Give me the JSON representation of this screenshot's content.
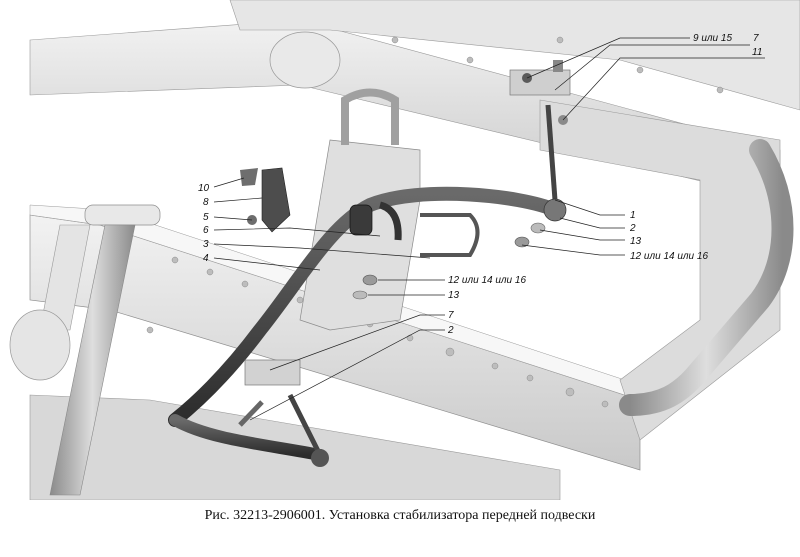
{
  "caption": "Рис. 32213-2906001. Установка стабилизатора передней подвески",
  "callouts": [
    {
      "id": "c-9-15",
      "text": "9 или 15"
    },
    {
      "id": "c-7-top",
      "text": "7"
    },
    {
      "id": "c-11",
      "text": "11"
    },
    {
      "id": "c-10",
      "text": "10"
    },
    {
      "id": "c-8",
      "text": "8"
    },
    {
      "id": "c-5",
      "text": "5"
    },
    {
      "id": "c-6",
      "text": "6"
    },
    {
      "id": "c-3",
      "text": "3"
    },
    {
      "id": "c-4",
      "text": "4"
    },
    {
      "id": "c-1",
      "text": "1"
    },
    {
      "id": "c-2-right",
      "text": "2"
    },
    {
      "id": "c-13-right",
      "text": "13"
    },
    {
      "id": "c-12-right",
      "text": "12 или 14 или 16"
    },
    {
      "id": "c-12-mid",
      "text": "12 или 14 или 16"
    },
    {
      "id": "c-13-mid",
      "text": "13"
    },
    {
      "id": "c-7-mid",
      "text": "7"
    },
    {
      "id": "c-2-mid",
      "text": "2"
    }
  ]
}
